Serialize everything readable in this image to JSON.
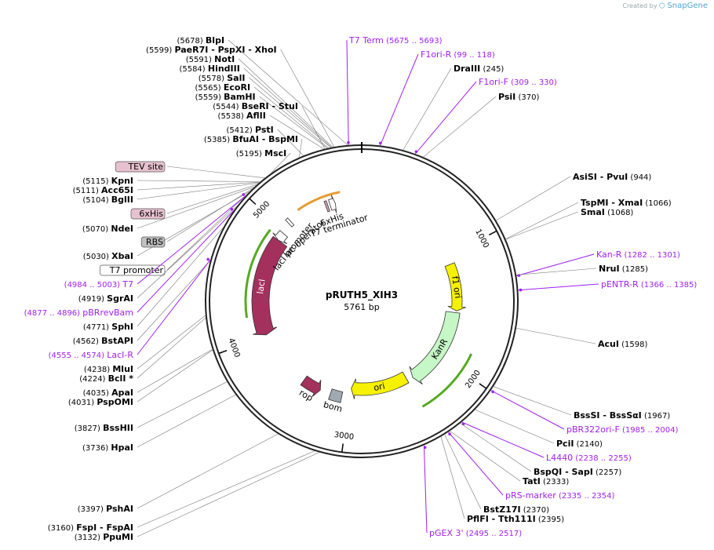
{
  "watermark": {
    "text": "Created by",
    "brand": "SnapGene"
  },
  "plasmid": {
    "name": "pRUTH5_XIH3",
    "length_label": "5761 bp",
    "length": 5761
  },
  "ticks": [
    {
      "label": "1000",
      "pos": 1000
    },
    {
      "label": "2000",
      "pos": 2000
    },
    {
      "label": "3000",
      "pos": 3000
    },
    {
      "label": "4000",
      "pos": 4000
    },
    {
      "label": "5000",
      "pos": 5000
    }
  ],
  "features": [
    {
      "name": "f1 ori",
      "start": 1078,
      "end": 1533,
      "dir": 1,
      "color": "#f6f100",
      "kind": "arrow"
    },
    {
      "name": "KanR",
      "start": 1550,
      "end": 2340,
      "dir": 1,
      "color": "#c6f7c6",
      "kind": "arrow"
    },
    {
      "name": "ori",
      "start": 2400,
      "end": 2990,
      "dir": 1,
      "color": "#f6f100",
      "kind": "arrow"
    },
    {
      "name": "bom",
      "start": 3070,
      "end": 3180,
      "dir": 0,
      "color": "#a0a8b0",
      "kind": "box"
    },
    {
      "name": "rop",
      "start": 3280,
      "end": 3460,
      "dir": -1,
      "color": "#a4305e",
      "kind": "arrow"
    },
    {
      "name": "lacI",
      "start": 4010,
      "end": 4900,
      "dir": -1,
      "color": "#a4305e",
      "kind": "arrow"
    },
    {
      "name": "lacI promoter",
      "start": 4900,
      "end": 4975,
      "dir": -1,
      "color": "#ffffff",
      "kind": "arrow"
    },
    {
      "name": "lac operator",
      "start": 5070,
      "end": 5095,
      "dir": 0,
      "color": "#ffffff",
      "kind": "box"
    },
    {
      "name": "6xHis",
      "start": 5430,
      "end": 5450,
      "dir": 1,
      "color": "#d8a0c0",
      "kind": "box"
    },
    {
      "name": "T7 terminator",
      "start": 5470,
      "end": 5520,
      "dir": 1,
      "color": "#ffffff",
      "kind": "arrow"
    }
  ],
  "inner_arcs": [
    {
      "start": 5200,
      "end": 5580,
      "dir": 1,
      "color": "#e89b34"
    },
    {
      "start": 4190,
      "end": 4930,
      "dir": -1,
      "color": "#55aa22"
    },
    {
      "start": 1850,
      "end": 2400,
      "dir": -1,
      "color": "#55aa22"
    }
  ],
  "center": {
    "title": "pRUTH5_XIH3",
    "subtitle": "5761 bp"
  },
  "left_labels": [
    {
      "pos": "(5599)",
      "names": [
        "PaeR7I",
        "- PspXI",
        "- XhoI"
      ],
      "site": 5599
    },
    {
      "pos": "(5678)",
      "names": [
        "BlpI"
      ],
      "site": 5678
    },
    {
      "pos": "(5591)",
      "names": [
        "NotI"
      ],
      "site": 5591
    },
    {
      "pos": "(5584)",
      "names": [
        "HindIII"
      ],
      "site": 5584
    },
    {
      "pos": "(5578)",
      "names": [
        "SalI"
      ],
      "site": 5578
    },
    {
      "pos": "(5565)",
      "names": [
        "EcoRI"
      ],
      "site": 5565
    },
    {
      "pos": "(5559)",
      "names": [
        "BamHI"
      ],
      "site": 5559
    },
    {
      "pos": "(5544)",
      "names": [
        "BseRI",
        "- StuI"
      ],
      "site": 5544
    },
    {
      "pos": "(5538)",
      "names": [
        "AflII"
      ],
      "site": 5538
    },
    {
      "pos": "(5412)",
      "names": [
        "PstI"
      ],
      "site": 5412
    },
    {
      "pos": "(5385)",
      "names": [
        "BfuAI",
        "- BspMI"
      ],
      "site": 5385
    },
    {
      "pos": "(5195)",
      "names": [
        "MscI"
      ],
      "site": 5195
    },
    {
      "pos": "",
      "names": [
        "TEV site"
      ],
      "site": 5150,
      "box": "#e7c1cf"
    },
    {
      "pos": "(5115)",
      "names": [
        "KpnI"
      ],
      "site": 5115
    },
    {
      "pos": "(5111)",
      "names": [
        "Acc65I"
      ],
      "site": 5111
    },
    {
      "pos": "(5104)",
      "names": [
        "BglII"
      ],
      "site": 5104
    },
    {
      "pos": "",
      "names": [
        "6xHis"
      ],
      "site": 5090,
      "box": "#e7c1cf"
    },
    {
      "pos": "(5070)",
      "names": [
        "NdeI"
      ],
      "site": 5070
    },
    {
      "pos": "",
      "names": [
        "RBS"
      ],
      "site": 5055,
      "box": "#c0c0c0"
    },
    {
      "pos": "(5030)",
      "names": [
        "XbaI"
      ],
      "site": 5030
    },
    {
      "pos": "",
      "names": [
        "T7 promoter"
      ],
      "site": 5010,
      "box": "#ffffff"
    },
    {
      "pos": "(4984 .. 5003)",
      "names": [
        "T7"
      ],
      "site": 4994,
      "primer": true
    },
    {
      "pos": "(4919)",
      "names": [
        "SgrAI"
      ],
      "site": 4919
    },
    {
      "pos": "(4877 .. 4896)",
      "names": [
        "pBRrevBam"
      ],
      "site": 4886,
      "primer": true
    },
    {
      "pos": "(4771)",
      "names": [
        "SphI"
      ],
      "site": 4771
    },
    {
      "pos": "(4562)",
      "names": [
        "BstAPI"
      ],
      "site": 4562
    },
    {
      "pos": "(4555 .. 4574)",
      "names": [
        "LacI-R"
      ],
      "site": 4565,
      "primer": true
    },
    {
      "pos": "(4238)",
      "names": [
        "MluI"
      ],
      "site": 4238
    },
    {
      "pos": "(4224)",
      "names": [
        "BclI *"
      ],
      "site": 4224
    },
    {
      "pos": "(4035)",
      "names": [
        "ApaI"
      ],
      "site": 4035
    },
    {
      "pos": "(4031)",
      "names": [
        "PspOMI"
      ],
      "site": 4031
    },
    {
      "pos": "(3827)",
      "names": [
        "BssHII"
      ],
      "site": 3827
    },
    {
      "pos": "(3736)",
      "names": [
        "HpaI"
      ],
      "site": 3736
    },
    {
      "pos": "(3397)",
      "names": [
        "PshAI"
      ],
      "site": 3397
    },
    {
      "pos": "(3160)",
      "names": [
        "FspI",
        "- FspAI"
      ],
      "site": 3160
    },
    {
      "pos": "(3132)",
      "names": [
        "PpuMI"
      ],
      "site": 3132
    }
  ],
  "right_labels": [
    {
      "pos": "(5675 .. 5693)",
      "names": [
        "T7 Term"
      ],
      "site": 5684,
      "primer": true
    },
    {
      "pos": "(99 .. 118)",
      "names": [
        "F1ori-R"
      ],
      "site": 108,
      "primer": true
    },
    {
      "pos": "(245)",
      "names": [
        "DraIII"
      ],
      "site": 245
    },
    {
      "pos": "(309 .. 330)",
      "names": [
        "F1ori-F"
      ],
      "site": 320,
      "primer": true
    },
    {
      "pos": "(370)",
      "names": [
        "PsiI"
      ],
      "site": 370
    },
    {
      "pos": "(944)",
      "names": [
        "AsiSI",
        "- PvuI"
      ],
      "site": 944
    },
    {
      "pos": "(1066)",
      "names": [
        "TspMI",
        "- XmaI"
      ],
      "site": 1066
    },
    {
      "pos": "(1068)",
      "names": [
        "SmaI"
      ],
      "site": 1068
    },
    {
      "pos": "(1282 .. 1301)",
      "names": [
        "Kan-R"
      ],
      "site": 1291,
      "primer": true
    },
    {
      "pos": "(1285)",
      "names": [
        "NruI"
      ],
      "site": 1285
    },
    {
      "pos": "(1366 .. 1385)",
      "names": [
        "pENTR-R"
      ],
      "site": 1375,
      "primer": true
    },
    {
      "pos": "(1598)",
      "names": [
        "AcuI"
      ],
      "site": 1598
    },
    {
      "pos": "(1967)",
      "names": [
        "BssSI",
        "- BssSαI"
      ],
      "site": 1967
    },
    {
      "pos": "(1985 .. 2004)",
      "names": [
        "pBR322ori-F"
      ],
      "site": 1994,
      "primer": true
    },
    {
      "pos": "(2140)",
      "names": [
        "PciI"
      ],
      "site": 2140
    },
    {
      "pos": "(2238 .. 2255)",
      "names": [
        "L4440"
      ],
      "site": 2246,
      "primer": true
    },
    {
      "pos": "(2257)",
      "names": [
        "BspQI",
        "- SapI"
      ],
      "site": 2257
    },
    {
      "pos": "(2333)",
      "names": [
        "TatI"
      ],
      "site": 2333
    },
    {
      "pos": "(2335 .. 2354)",
      "names": [
        "pRS-marker"
      ],
      "site": 2344,
      "primer": true
    },
    {
      "pos": "(2370)",
      "names": [
        "BstZ17I"
      ],
      "site": 2370
    },
    {
      "pos": "(2395)",
      "names": [
        "PflFI",
        "- Tth111I"
      ],
      "site": 2395
    },
    {
      "pos": "(2495 .. 2517)",
      "names": [
        "pGEX 3'"
      ],
      "site": 2506,
      "primer": true
    }
  ]
}
